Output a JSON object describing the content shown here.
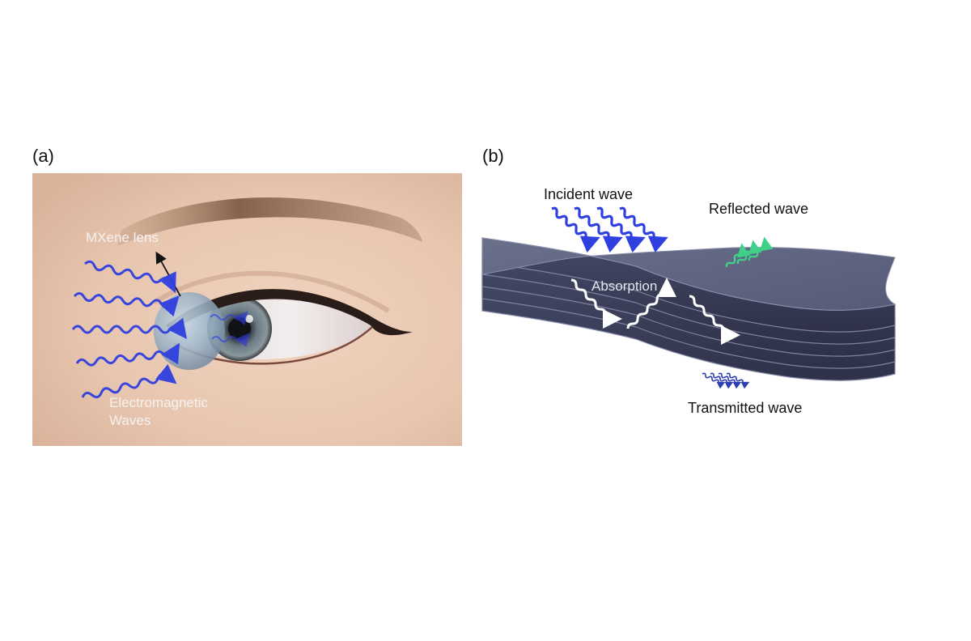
{
  "figure": {
    "panel_a": {
      "label": "(a)",
      "lens_label": "MXene lens",
      "waves_label_line1": "Electromagnetic",
      "waves_label_line2": "Waves"
    },
    "panel_b": {
      "label": "(b)",
      "incident_label": "Incident wave",
      "reflected_label": "Reflected wave",
      "absorption_label": "Absorption",
      "transmitted_label": "Transmitted wave"
    }
  },
  "colors": {
    "incident_wave": "#2f3fe0",
    "reflected_wave": "#3fd08a",
    "transmitted_wave": "#2c3fb0",
    "absorbed_path": "#ffffff",
    "mxene_layer": "#3d4058",
    "skin": "#e8c9b2"
  },
  "icons": [
    "arrow-icon"
  ]
}
